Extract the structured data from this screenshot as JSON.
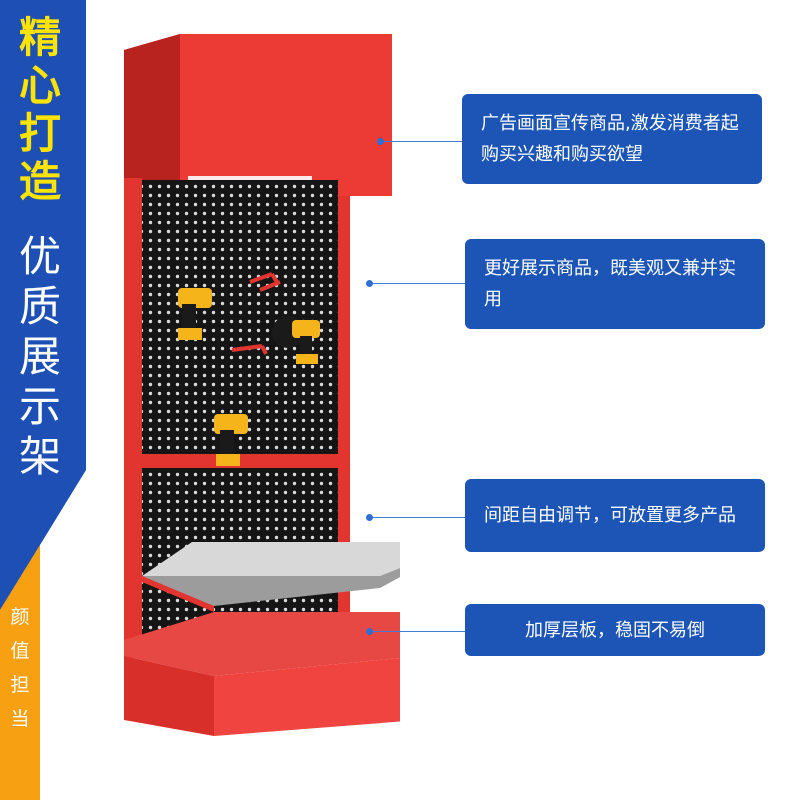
{
  "banner": {
    "title_chars": [
      "精",
      "心",
      "打",
      "造"
    ],
    "subtitle_chars": [
      "优",
      "质",
      "展",
      "示",
      "架"
    ],
    "tag_chars": [
      "颜",
      "值",
      "担",
      "当"
    ],
    "colors": {
      "blue": "#1d4fb4",
      "orange": "#f7a012",
      "title": "#ffe400"
    }
  },
  "callouts": [
    {
      "text": "广告画面宣传商品,激发消费者起购买兴趣和购买欲望"
    },
    {
      "text": "更好展示商品，既美观又兼并实用"
    },
    {
      "text": "间距自由调节，可放置更多产品"
    },
    {
      "text": "加厚层板，稳固不易倒"
    }
  ],
  "product": {
    "colors": {
      "frame": "#e8332f",
      "pegboard": "#151515",
      "shelf": "#dcdcdc",
      "tool": "#f4b41a"
    }
  }
}
